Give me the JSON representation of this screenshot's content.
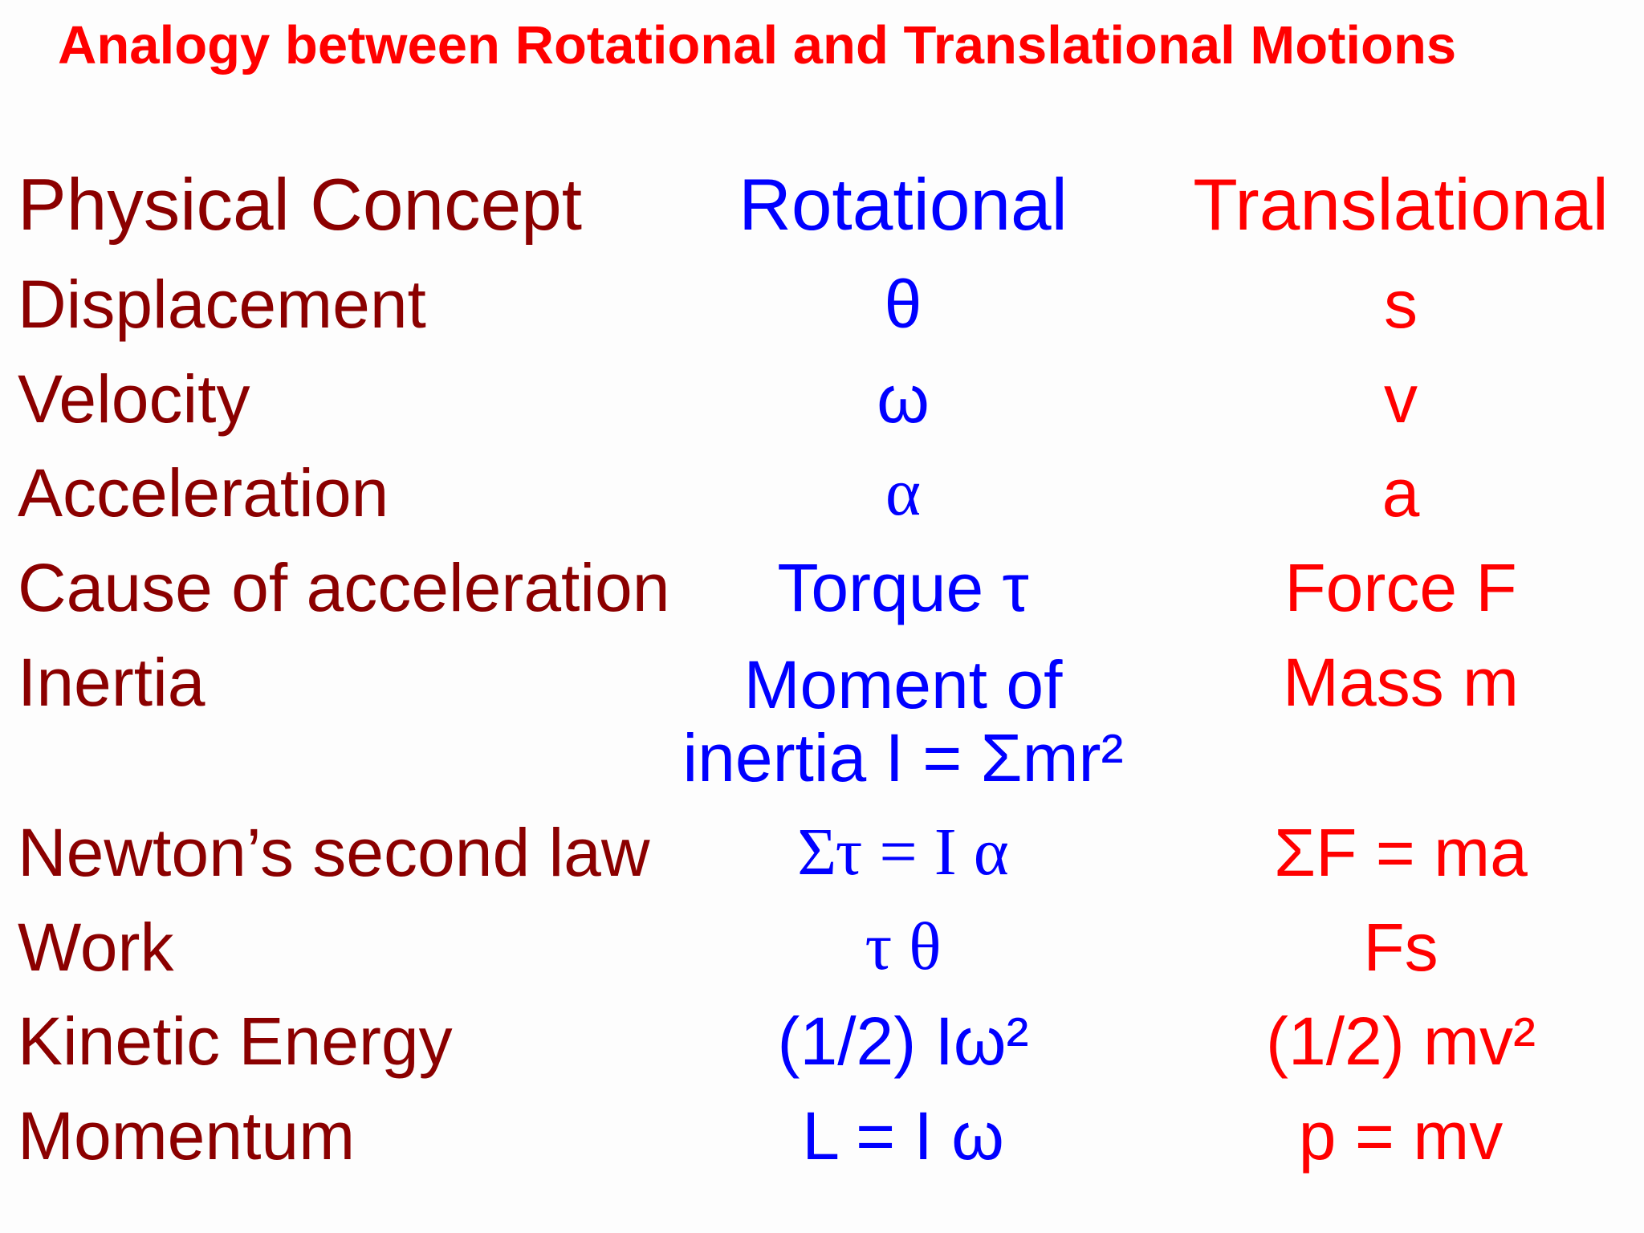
{
  "title": "Analogy between Rotational and Translational Motions",
  "headers": {
    "concept": "Physical Concept",
    "rotational": "Rotational",
    "translational": "Translational"
  },
  "rows": [
    {
      "concept": "Displacement",
      "rotational": "θ",
      "translational": "s"
    },
    {
      "concept": "Velocity",
      "rotational": "ω",
      "translational": "v"
    },
    {
      "concept": "Acceleration",
      "rotational": "α",
      "translational": "a"
    },
    {
      "concept": "Cause of acceleration",
      "rotational": "Torque τ",
      "translational": "Force F"
    },
    {
      "concept": "Inertia",
      "rotational": "Moment of inertia I = Σmr²",
      "translational": "Mass m"
    },
    {
      "concept": "Newton’s second law",
      "rotational": "Στ = I α",
      "translational": "ΣF = ma"
    },
    {
      "concept": "Work",
      "rotational": "τ θ",
      "translational": "Fs"
    },
    {
      "concept": "Kinetic Energy",
      "rotational": "(1/2) Iω²",
      "translational": "(1/2) mv²"
    },
    {
      "concept": "Momentum",
      "rotational": "L = I ω",
      "translational": "p = mv"
    }
  ]
}
